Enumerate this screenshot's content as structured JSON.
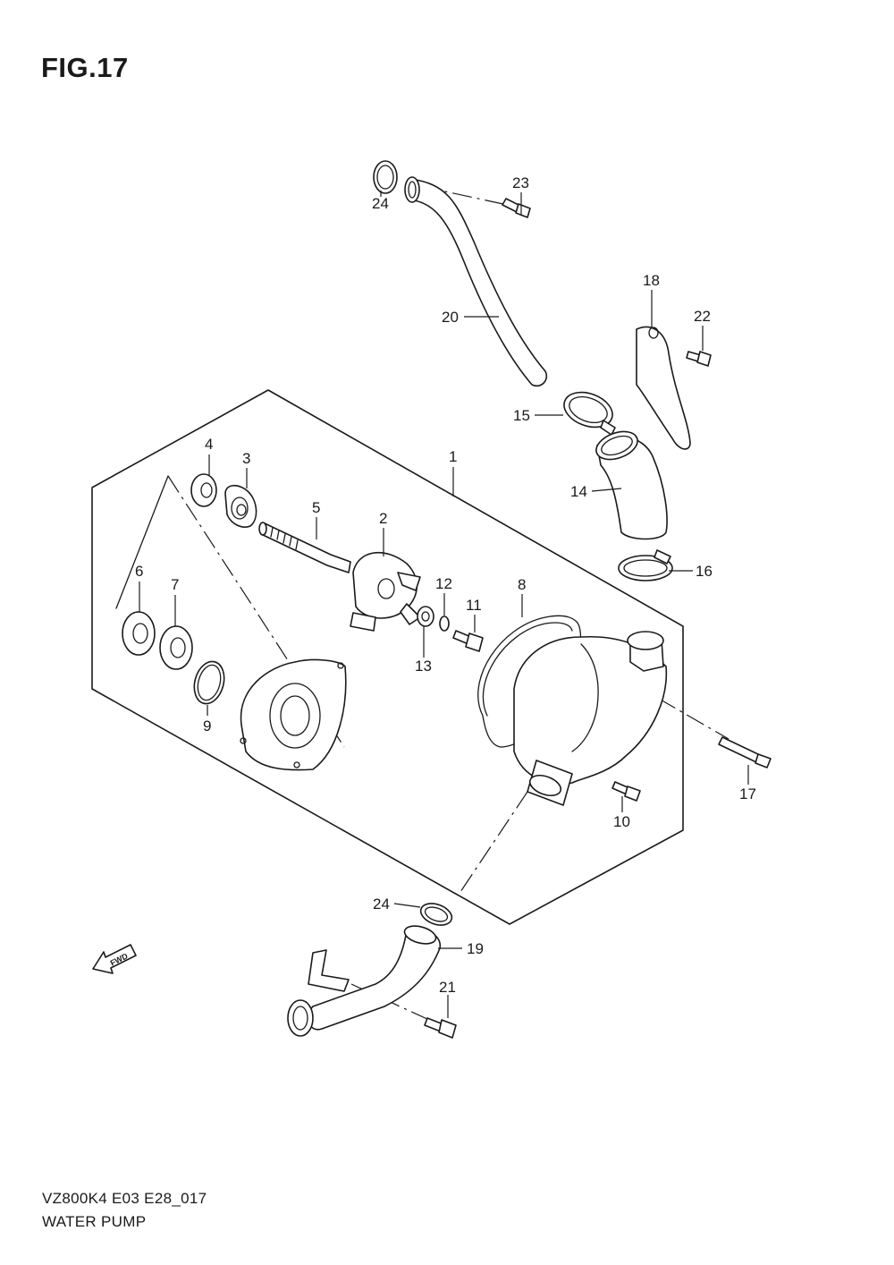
{
  "figure": {
    "title": "FIG.17",
    "model_code": "VZ800K4 E03 E28_017",
    "name": "WATER PUMP",
    "fwd_label": "FWD"
  },
  "callouts": {
    "c1": "1",
    "c2": "2",
    "c3": "3",
    "c4": "4",
    "c5": "5",
    "c6": "6",
    "c7": "7",
    "c8": "8",
    "c9": "9",
    "c10": "10",
    "c11": "11",
    "c12": "12",
    "c13": "13",
    "c14": "14",
    "c15": "15",
    "c16": "16",
    "c17": "17",
    "c18": "18",
    "c19": "19",
    "c20": "20",
    "c21": "21",
    "c22": "22",
    "c23": "23",
    "c24a": "24",
    "c24b": "24"
  }
}
